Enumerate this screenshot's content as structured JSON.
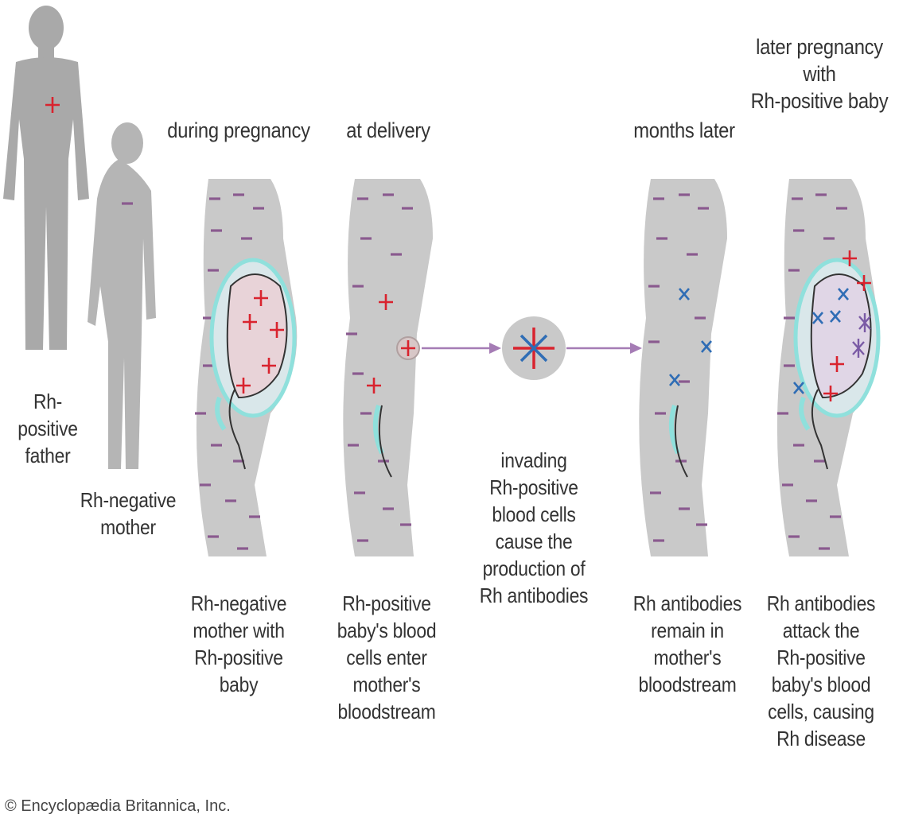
{
  "stages": {
    "during": {
      "heading": "during pregnancy",
      "caption": [
        "Rh-negative",
        "mother with",
        "Rh-positive",
        "baby"
      ]
    },
    "delivery": {
      "heading": "at delivery",
      "caption": [
        "Rh-positive",
        "baby's blood",
        "cells enter",
        "mother's",
        "bloodstream"
      ]
    },
    "production": {
      "caption": [
        "invading",
        "Rh-positive",
        "blood cells",
        "cause the",
        "production of",
        "Rh antibodies"
      ]
    },
    "months": {
      "heading": "months later",
      "caption": [
        "Rh antibodies",
        "remain in",
        "mother's",
        "bloodstream"
      ]
    },
    "later": {
      "heading": [
        "later pregnancy",
        "with",
        "Rh-positive baby"
      ],
      "caption": [
        "Rh antibodies",
        "attack the",
        "Rh-positive",
        "baby's blood",
        "cells, causing",
        "Rh disease"
      ]
    }
  },
  "parents": {
    "father": [
      "Rh-positive",
      "father"
    ],
    "mother": [
      "Rh-negative",
      "mother"
    ]
  },
  "copyright": "© Encyclopædia Britannica, Inc.",
  "colors": {
    "body_gray": "#c9c9c9",
    "silhouette": "#a9a9a9",
    "rh_positive": "#d9232e",
    "antibody": "#2f6db5",
    "negative_mark": "#8a5a8f",
    "arrow": "#a57cb5",
    "amniotic": "#8fe0dc"
  }
}
